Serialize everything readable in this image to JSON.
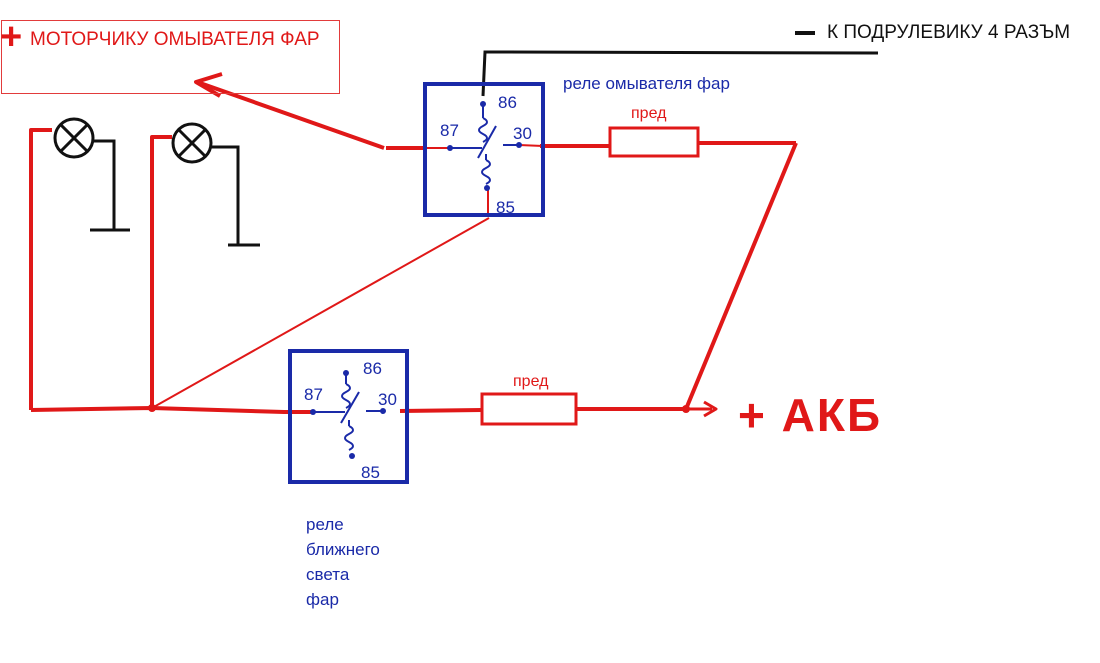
{
  "washer_motor": {
    "plus": "+",
    "text": "МОТОРЧИКУ ОМЫВАТЕЛЯ ФАР"
  },
  "steering": {
    "text": "К ПОДРУЛЕВИКУ 4 РАЗЪМ"
  },
  "relay_washer": {
    "title": "реле омывателя фар",
    "pin_86": "86",
    "pin_87": "87",
    "pin_30": "30",
    "pin_85": "85",
    "fuse": "пред"
  },
  "relay_low": {
    "title_lines": [
      "реле",
      "ближнего",
      "света",
      "фар"
    ],
    "pin_86": "86",
    "pin_87": "87",
    "pin_30": "30",
    "pin_85": "85",
    "fuse": "пред"
  },
  "battery": {
    "text": "+ АКБ"
  },
  "colors": {
    "wire": "#e01818",
    "relay": "#1a2aa8",
    "ground": "#111111"
  }
}
